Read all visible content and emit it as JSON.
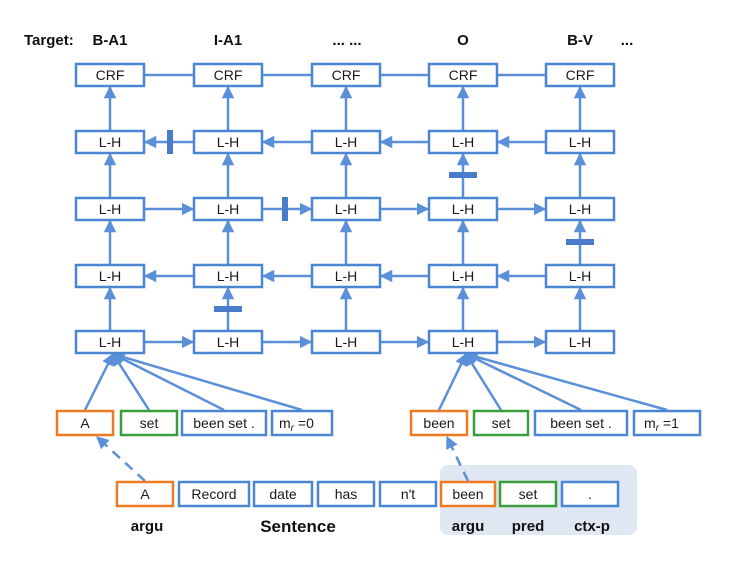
{
  "targets": {
    "prefix": "Target:",
    "labels": [
      "B-A1",
      "I-A1",
      "... ...",
      "O",
      "B-V",
      "..."
    ]
  },
  "crf_label": "CRF",
  "lh_label": "L-H",
  "left_inputs": [
    "A",
    "set",
    "been set ."
  ],
  "right_inputs": [
    "been",
    "set",
    "been set ."
  ],
  "mask_left": {
    "prefix": "m",
    "sub": "r",
    "suffix": " =0"
  },
  "mask_right": {
    "prefix": "m",
    "sub": "r",
    "suffix": " =1"
  },
  "sentence_tokens": [
    "A",
    "Record",
    "date",
    "has",
    "n't",
    "been",
    "set",
    "."
  ],
  "bottom_labels": {
    "argu_left": "argu",
    "sentence": "Sentence",
    "argu_right": "argu",
    "pred": "pred",
    "ctx": "ctx-p"
  },
  "colors": {
    "node_border": "#4a86d4",
    "edge": "#5b90d8",
    "dropout_bar": "#4a7cc9",
    "argument_border": "#f07a22",
    "predicate_border": "#3a9e3a",
    "highlight_background": "#dfe7f3"
  }
}
